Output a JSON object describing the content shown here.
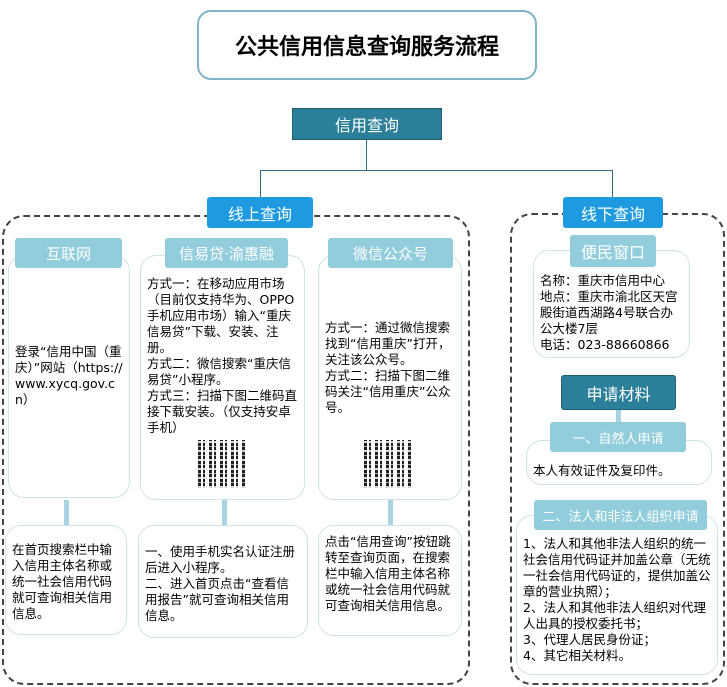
{
  "title": "公共信用信息查询服务流程",
  "root": "信用查询",
  "online": {
    "label": "线上查询",
    "columns": [
      {
        "header": "互联网",
        "text": "登录“信用中国（重庆）”网站（https://www.xycq.gov.cn）",
        "result": "在首页搜索栏中输入信用主体名称或统一社会信用代码就可查询相关信用信息。"
      },
      {
        "header": "信易贷·渝惠融",
        "text": "方式一：在移动应用市场（目前仅支持华为、OPPO手机应用市场）输入“重庆信易贷”下载、安装、注册。\n方式二：微信搜索“重庆信易贷”小程序。\n方式三：扫描下图二维码直接下载安装。（仅支持安卓手机）",
        "result": "一、使用手机实名认证注册后进入小程序。\n二、进入首页点击“查看信用报告”就可查询相关信用信息。"
      },
      {
        "header": "微信公众号",
        "text": "方式一：通过微信搜索找到“信用重庆”打开，关注该公众号。\n方式二：扫描下图二维码关注“信用重庆”公众号。",
        "result": "点击“信用查询”按钮跳转至查询页面，在搜索栏中输入信用主体名称或统一社会信用代码就可查询相关信用信息。"
      }
    ]
  },
  "offline": {
    "label": "线下查询",
    "window_header": "便民窗口",
    "window_text": "名称：重庆市信用中心\n地点：重庆市渝北区天宫殿街道西湖路4号联合办公大楼7层\n电话：023-88660866",
    "materials": "申请材料",
    "natural_header": "一、自然人申请",
    "natural_text": "本人有效证件及复印件。",
    "legal_header": "二、法人和非法人组织申请",
    "legal_text": "1、法人和其他非法人组织的统一社会信用代码证并加盖公章（无统一社会信用代码证的，提供加盖公章的营业执照）；\n2、法人和其他非法人组织对代理人出具的授权委托书；\n3、代理人居民身份证；\n4、其它相关材料。"
  },
  "colors": {
    "dark_teal": "#2b7f99",
    "blue": "#1e9be0",
    "light_blue": "#92cddc"
  }
}
